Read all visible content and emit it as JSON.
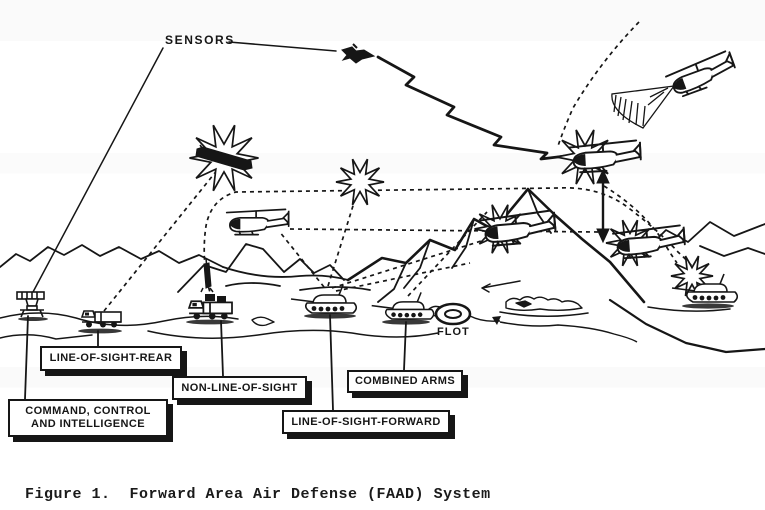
{
  "figure": {
    "caption": "Figure 1.  Forward Area Air Defense (FAAD) System"
  },
  "labels": {
    "sensors": "SENSORS",
    "flot": "FLOT",
    "line_of_sight_rear": "LINE-OF-SIGHT-REAR",
    "non_line_of_sight": "NON-LINE-OF-SIGHT",
    "command_control_line1": "COMMAND, CONTROL",
    "command_control_line2": "AND INTELLIGENCE",
    "line_of_sight_forward": "LINE-OF-SIGHT-FORWARD",
    "combined_arms": "COMBINED ARMS"
  },
  "colors": {
    "ink": "#161616",
    "paper": "#ffffff"
  }
}
